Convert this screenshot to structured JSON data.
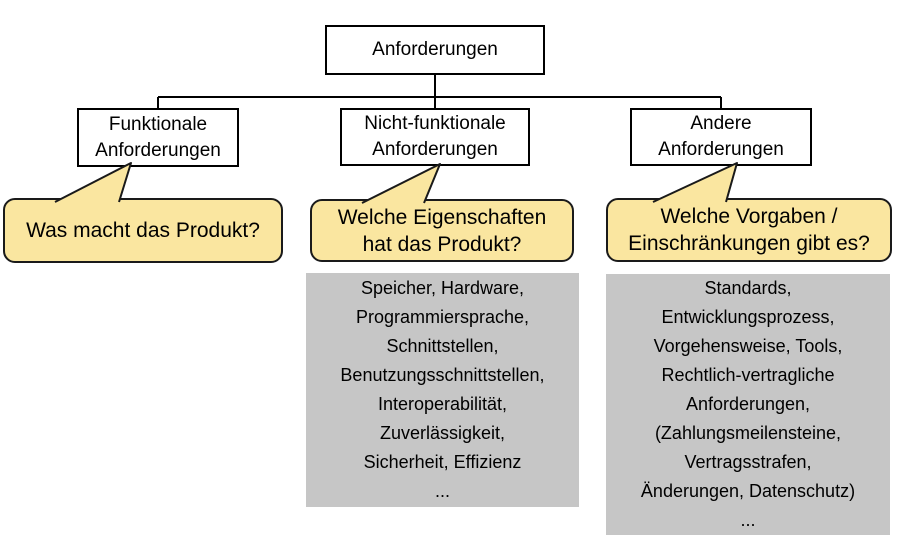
{
  "diagram": {
    "title_node": {
      "label": "Anforderungen"
    },
    "children": [
      {
        "id": "funktional",
        "label_lines": [
          "Funktionale",
          "Anforderungen"
        ]
      },
      {
        "id": "nichtfunk",
        "label_lines": [
          "Nicht-funktionale",
          "Anforderungen"
        ]
      },
      {
        "id": "andere",
        "label_lines": [
          "Andere",
          "Anforderungen"
        ]
      }
    ],
    "callouts": [
      {
        "for": "funktional",
        "lines": [
          "Was macht das Produkt?"
        ]
      },
      {
        "for": "nichtfunk",
        "lines": [
          "Welche Eigenschaften",
          "hat das Produkt?"
        ]
      },
      {
        "for": "andere",
        "lines": [
          "Welche Vorgaben /",
          "Einschränkungen gibt es?"
        ]
      }
    ],
    "detail_boxes": [
      {
        "for": "nichtfunk",
        "lines": [
          "Speicher, Hardware,",
          "Programmiersprache,",
          "Schnittstellen,",
          "Benutzungsschnittstellen,",
          "Interoperabilität,",
          "Zuverlässigkeit,",
          "Sicherheit, Effizienz",
          "..."
        ]
      },
      {
        "for": "andere",
        "lines": [
          "Standards,",
          "Entwicklungsprozess,",
          "Vorgehensweise, Tools,",
          "Rechtlich-vertragliche",
          "Anforderungen,",
          "(Zahlungsmeilensteine,",
          "Vertragsstrafen,",
          "Änderungen, Datenschutz)",
          "..."
        ]
      }
    ],
    "colors": {
      "callout_fill": "#FAE6A0",
      "detail_fill": "#C6C6C6",
      "node_fill": "#FFFFFF",
      "line": "#000000"
    }
  }
}
